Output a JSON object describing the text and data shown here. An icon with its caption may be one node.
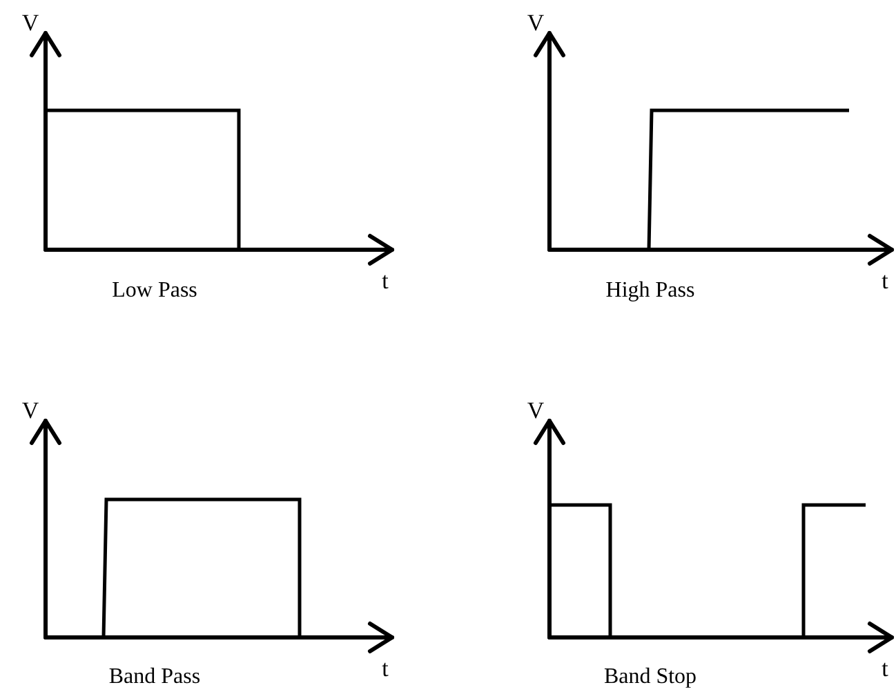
{
  "diagram": {
    "labels": [
      "V",
      "V",
      "Low Pass",
      "t",
      "High Pass",
      "t",
      "V",
      "V",
      "Band Pass",
      "t",
      "Band Stop",
      "t"
    ]
  }
}
